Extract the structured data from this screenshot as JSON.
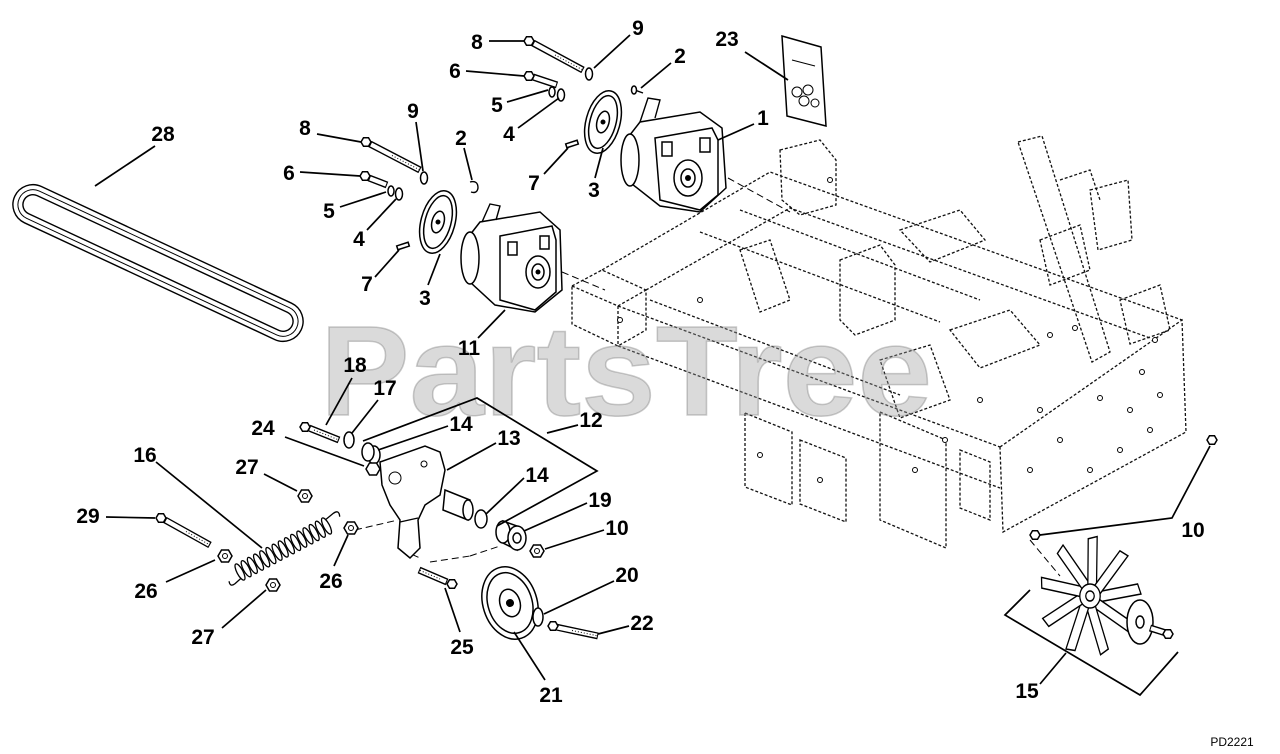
{
  "diagram": {
    "callouts": [
      "1",
      "2",
      "2",
      "3",
      "3",
      "4",
      "4",
      "5",
      "5",
      "6",
      "6",
      "7",
      "7",
      "8",
      "8",
      "9",
      "9",
      "10",
      "10",
      "11",
      "12",
      "13",
      "14",
      "14",
      "15",
      "16",
      "17",
      "18",
      "19",
      "20",
      "21",
      "22",
      "23",
      "24",
      "25",
      "26",
      "26",
      "27",
      "27",
      "28",
      "29"
    ]
  },
  "watermark": "PartsTree",
  "footer": {
    "code": "PD2221"
  },
  "colors": {
    "line": "#000000",
    "background": "#ffffff",
    "watermark": "#9e9e9e"
  }
}
